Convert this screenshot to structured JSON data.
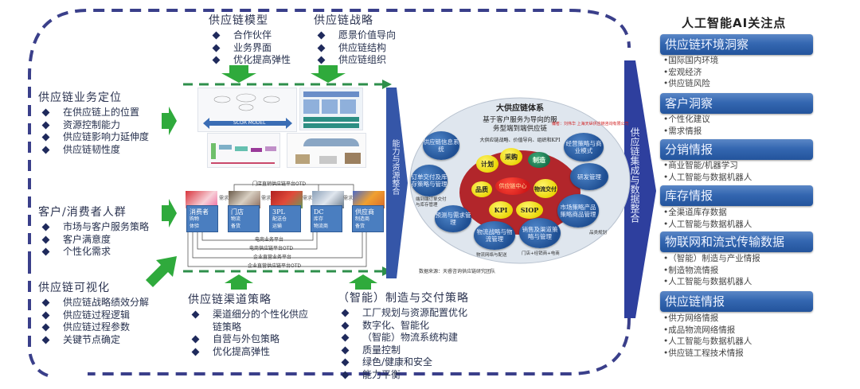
{
  "blocks": {
    "business_positioning": {
      "title": "供应链业务定位",
      "items": [
        "在供应链上的位置",
        "资源控制能力",
        "供应链影响力延伸度",
        "供应链韧性度"
      ]
    },
    "customers": {
      "title": "客户/消费者人群",
      "items": [
        "市场与客户服务策略",
        "客户满意度",
        "个性化需求"
      ]
    },
    "visibility": {
      "title": "供应链可视化",
      "items": [
        "供应链战略绩效分解",
        "供应链过程逻辑",
        "供应链过程参数",
        "关键节点确定"
      ]
    },
    "model": {
      "title": "供应链模型",
      "items": [
        "合作伙伴",
        "业务界面",
        "优化提高弹性"
      ]
    },
    "strategy": {
      "title": "供应链战略",
      "items": [
        "愿景价值导向",
        "供应链结构",
        "供应链组织"
      ]
    },
    "channel": {
      "title": "供应链渠道策略",
      "items": [
        "渠道细分的个性化供应",
        "链策略",
        "自营与外包策略",
        "优化提高弹性"
      ]
    },
    "manufacturing": {
      "title": "（智能）制造与交付策略",
      "items": [
        "工厂规划与资源配置优化",
        "数字化、智能化",
        "（智能）物流系统构建",
        "质量控制",
        "绿色/健康和安全",
        "能力平衡"
      ]
    }
  },
  "center": {
    "scor_label": "SCOR MODEL",
    "capability_arrow": "能力与资源整合",
    "integration_arrow": "供应链集成与数据整合",
    "flow": {
      "top_line": "门店直销供应链平台OTD",
      "need_label": "需求",
      "nodes": [
        {
          "name": "消费者",
          "items": [
            "购物",
            "体验"
          ]
        },
        {
          "name": "门店",
          "items": [
            "物流",
            "备货"
          ]
        },
        {
          "name": "3PL",
          "items": [
            "配送仓",
            "运输"
          ]
        },
        {
          "name": "DC",
          "items": [
            "库存",
            "物流商"
          ]
        },
        {
          "name": "供应商",
          "items": [
            "制造商",
            "备货"
          ]
        }
      ],
      "bottom_lines": [
        "电商业务平台",
        "电商供应链平台OTD",
        "企业直营业务平台",
        "企业直营供应链平台OTD"
      ]
    },
    "ecosystem": {
      "title": "大供应链体系",
      "subtitle_1": "基于客户服务为导向的服",
      "subtitle_2": "务型端到端供应链",
      "subtitle_3": "大供应链战略、价值导向、组织和KPI",
      "red_note": "编者：刘伟华 上海天纵供应链咨询有限公司",
      "core": "供应链中心",
      "inner": [
        "计划",
        "采购",
        "制造",
        "物流交付",
        "SIOP",
        "KPI",
        "品质"
      ],
      "outer": [
        "供应链信息系统",
        "经营策略与商业模式",
        "研发管理",
        "市场策略产品策略商品管理",
        "销售及渠道策略与管理",
        "物流战略与物流管理",
        "预测与需求管理",
        "订单交付及库存策略与管理"
      ],
      "notes": [
        "品类规划",
        "门店+经销商+电商",
        "物流网络与配送",
        "端到端订单交付与库存管理"
      ],
      "source": "数据来源：天睿咨询供应链研究团队"
    }
  },
  "ai_panel": {
    "title": "人工智能AI关注点",
    "sections": [
      {
        "header": "供应链环境洞察",
        "items": [
          "国际国内环境",
          "宏观经济",
          "供应链风险"
        ]
      },
      {
        "header": "客户洞察",
        "items": [
          "个性化建议",
          "需求情报"
        ]
      },
      {
        "header": "分销情报",
        "items": [
          "商业智能/机器学习",
          "人工智能与数据机器人"
        ]
      },
      {
        "header": "库存情报",
        "items": [
          "全渠道库存数据",
          "人工智能与数据机器人"
        ]
      },
      {
        "header": "物联网和流式传输数据",
        "items": [
          "（智能）制造与产业情报",
          "制造物流情报",
          "人工智能与数据机器人"
        ]
      },
      {
        "header": "供应链情报",
        "items": [
          "供方网络情报",
          "成品物流网络情报",
          "人工智能与数据机器人",
          "供应链工程技术情报"
        ]
      }
    ]
  },
  "colors": {
    "dash_border": "#3a3f8a",
    "green_arrow": "#2faa3c",
    "blue_arrow": "#3556a8",
    "ai_bar": "#3467b1",
    "core_red": "#c0282c",
    "yellow": "#f0e000"
  }
}
